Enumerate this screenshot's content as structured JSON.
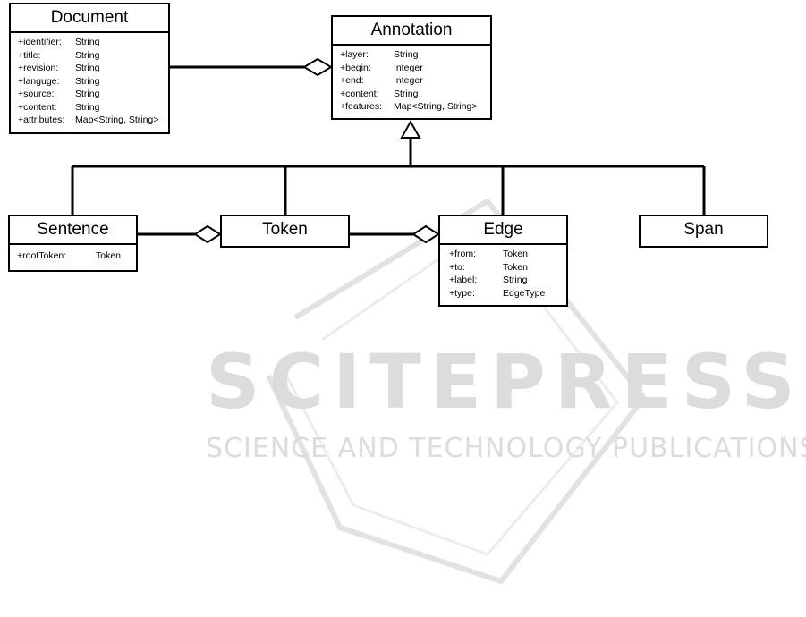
{
  "watermark": {
    "title": "SCITEPRESS",
    "subtitle": "SCIENCE AND TECHNOLOGY PUBLICATIONS"
  },
  "classes": {
    "document": {
      "name": "Document",
      "attributes": [
        {
          "name": "+identifier:",
          "type": "String"
        },
        {
          "name": "+title:",
          "type": "String"
        },
        {
          "name": "+revision:",
          "type": "String"
        },
        {
          "name": "+languge:",
          "type": "String"
        },
        {
          "name": "+source:",
          "type": "String"
        },
        {
          "name": "+content:",
          "type": "String"
        },
        {
          "name": "+attributes:",
          "type": "Map<String, String>"
        }
      ]
    },
    "annotation": {
      "name": "Annotation",
      "attributes": [
        {
          "name": "+layer:",
          "type": "String"
        },
        {
          "name": "+begin:",
          "type": "Integer"
        },
        {
          "name": "+end:",
          "type": "Integer"
        },
        {
          "name": "+content:",
          "type": "String"
        },
        {
          "name": "+features:",
          "type": "Map<String, String>"
        }
      ]
    },
    "sentence": {
      "name": "Sentence",
      "attributes": [
        {
          "name": "+rootToken:",
          "type": "Token"
        }
      ]
    },
    "token": {
      "name": "Token"
    },
    "edge": {
      "name": "Edge",
      "attributes": [
        {
          "name": "+from:",
          "type": "Token"
        },
        {
          "name": "+to:",
          "type": "Token"
        },
        {
          "name": "+label:",
          "type": "String"
        },
        {
          "name": "+type:",
          "type": "EdgeType"
        }
      ]
    },
    "span": {
      "name": "Span"
    }
  },
  "relations": [
    {
      "kind": "aggregation",
      "from": "document",
      "to": "annotation"
    },
    {
      "kind": "aggregation",
      "from": "sentence",
      "to": "token"
    },
    {
      "kind": "aggregation",
      "from": "token",
      "to": "edge"
    },
    {
      "kind": "generalization",
      "children": [
        "sentence",
        "token",
        "edge",
        "span"
      ],
      "parent": "annotation"
    }
  ]
}
